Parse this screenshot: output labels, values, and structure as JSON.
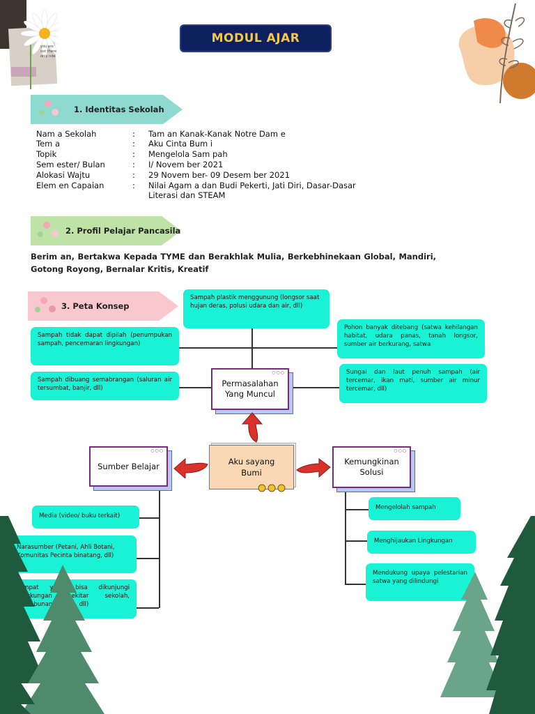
{
  "title": "MODUL AJAR",
  "sections": {
    "identitas": "1. Identitas Sekolah",
    "profil": "2. Profil Pelajar Pancasila",
    "peta": "3. Peta Konsep"
  },
  "identitas": [
    {
      "key": "Nam a Sekolah",
      "val": "Tam an Kanak-Kanak Notre Dam e"
    },
    {
      "key": "Tem a",
      "val": "Aku Cinta Bum i"
    },
    {
      "key": "Topik",
      "val": "Mengelola Sam pah"
    },
    {
      "key": "Sem ester/ Bulan",
      "val": "I/ Novem ber 2021"
    },
    {
      "key": "Alokasi Wajtu",
      "val": "29 Novem ber- 09 Desem ber 2021"
    },
    {
      "key": "Elem en Capaian",
      "val": "Nilai Agam a dan Budi Pekerti, Jati Diri, Dasar-Dasar Literasi dan STEAM"
    }
  ],
  "colon": ":",
  "profil_text": "Berim an, Bertakwa Kepada TYME dan Berakhlak Mulia, Berkebhinekaan Global, Mandiri, Gotong Royong, Bernalar Kritis, Kreatif",
  "peta": {
    "center": "Aku sayang Bumi",
    "masalah": "Permasalahan Yang Muncul",
    "sumber": "Sumber Belajar",
    "solusi": "Kemungkinan Solusi",
    "masalah_items": {
      "top": "Sampah plastik menggunung (longsor saat hujan deras, polusi udara dan air, dll)",
      "left1": "Sampah tidak dapat dipilah (penumpukan sampah, pencemaran lingkungan)",
      "left2": "Sampah dibuang semabrangan (saluran air tersumbat, banjir, dll)",
      "right1": "Pohon banyak ditebang (satwa kehilangan habitat, udara panas, tanah longsor, sumber air berkurang, satwa",
      "right2": "Sungai dan laut penuh sampah (air tercemar, ikan mati, sumber air minur tercemar, dll)"
    },
    "sumber_items": [
      "Media (video/ buku terkait)",
      "Narasumber (Petani, Ahli Botani, Komunitas Pecinta binatang, dll)",
      "Tempat yang bisa dikunjungi (lingkungan sekitar sekolah, perkebunan, sawah, dll)"
    ],
    "solusi_items": [
      "Mengelolah sampah",
      "Menghijaukan Lingkungan",
      "Mendukung upaya pelestarian satwa yang dilindungi"
    ]
  },
  "note_text": "you are not there only nde"
}
